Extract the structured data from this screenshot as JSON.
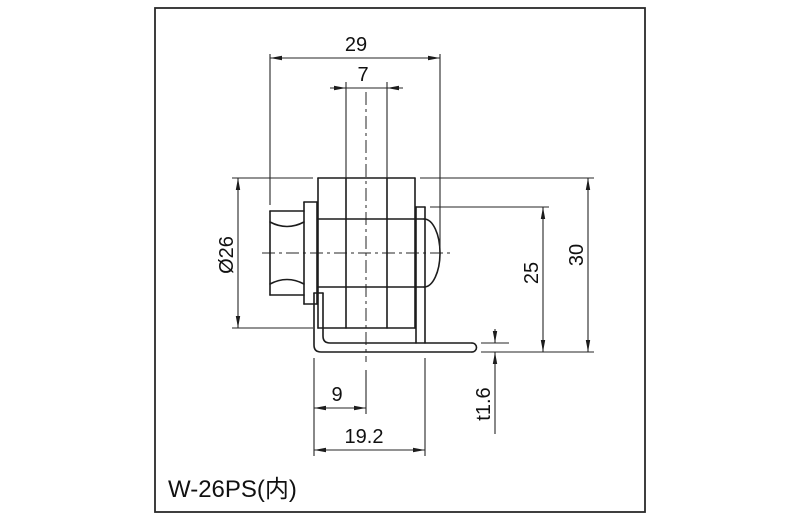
{
  "sheet": {
    "title": "W-26PS(内)"
  },
  "dimensions": {
    "overall_width": "29",
    "groove_width": "7",
    "roller_diameter": "Ø26",
    "bracket_height": "25",
    "overall_height": "30",
    "center_offset": "9",
    "base_width": "19.2",
    "plate_thickness": "t1.6"
  }
}
